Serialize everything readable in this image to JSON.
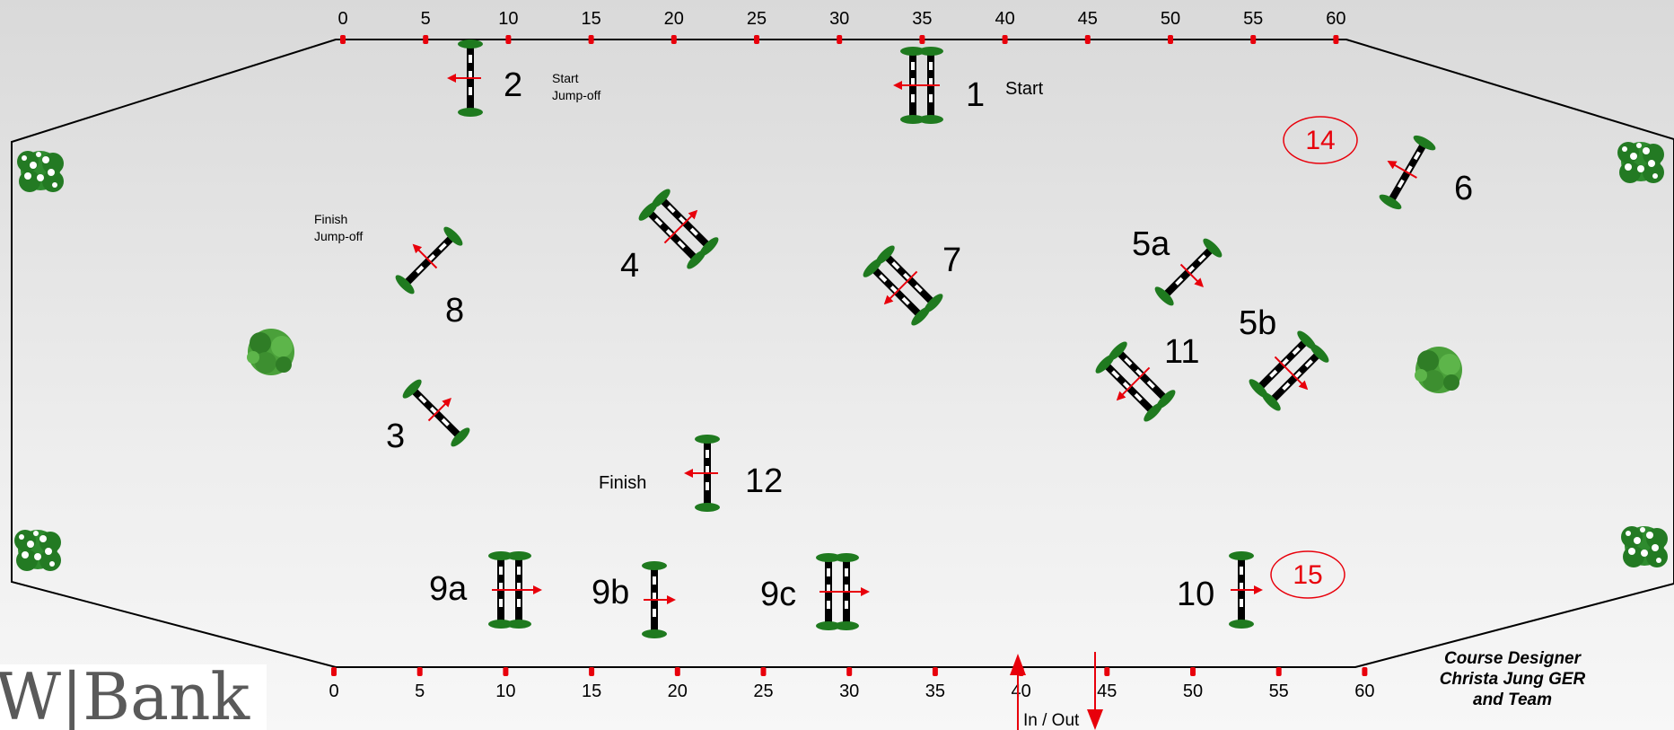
{
  "ruler": {
    "top_ticks": [
      "0",
      "5",
      "10",
      "15",
      "20",
      "25",
      "30",
      "35",
      "40",
      "45",
      "50",
      "55",
      "60"
    ],
    "bottom_ticks": [
      "0",
      "5",
      "10",
      "15",
      "20",
      "25",
      "30",
      "35",
      "40",
      "45",
      "50",
      "55",
      "60"
    ]
  },
  "labels": {
    "start": "Start",
    "start_jump_off_1": "Start",
    "start_jump_off_2": "Jump-off",
    "finish_jump_off_1": "Finish",
    "finish_jump_off_2": "Jump-off",
    "finish": "Finish",
    "in_out": "In / Out"
  },
  "obstacles": [
    {
      "number": "1"
    },
    {
      "number": "2"
    },
    {
      "number": "3"
    },
    {
      "number": "4"
    },
    {
      "number": "5a"
    },
    {
      "number": "5b"
    },
    {
      "number": "6"
    },
    {
      "number": "7"
    },
    {
      "number": "8"
    },
    {
      "number": "9a"
    },
    {
      "number": "9b"
    },
    {
      "number": "9c"
    },
    {
      "number": "10"
    },
    {
      "number": "11"
    },
    {
      "number": "12"
    }
  ],
  "jump_off_markers": [
    "14",
    "15"
  ],
  "designer": {
    "line1": "Course Designer",
    "line2": "Christa Jung  GER",
    "line3": "and Team"
  },
  "sponsor": {
    "text": "W|Bank"
  },
  "colors": {
    "marker_red": "#e8000b",
    "hedge_green": "#1f7a1f",
    "outline": "#000000"
  }
}
